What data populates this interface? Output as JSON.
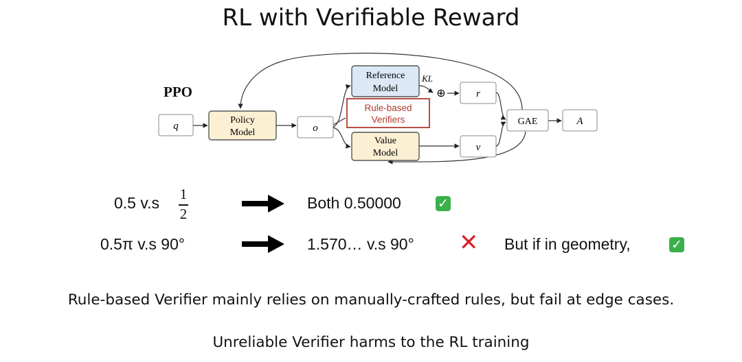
{
  "title": "RL with Verifiable Reward",
  "diagram": {
    "ppo_label": "PPO",
    "nodes": {
      "q": "q",
      "policy_line1": "Policy",
      "policy_line2": "Model",
      "o": "o",
      "reference_line1": "Reference",
      "reference_line2": "Model",
      "verifier_line1": "Rule-based",
      "verifier_line2": "Verifiers",
      "value_line1": "Value",
      "value_line2": "Model",
      "r": "r",
      "v": "v",
      "gae": "GAE",
      "a": "A"
    },
    "kl_label": "KL",
    "oplus": "⊕"
  },
  "examples": [
    {
      "left": "0.5 v.s",
      "frac_num": "1",
      "frac_den": "2",
      "result": "Both 0.50000",
      "result_icon": "check-mark"
    },
    {
      "left": "0.5π  v.s  90°",
      "result": "1.570… v.s 90°",
      "result_icon": "cross-mark",
      "note": "But if in geometry,",
      "note_icon": "check-mark"
    }
  ],
  "statements": [
    "Rule-based Verifier mainly relies on manually-crafted rules, but fail at edge cases.",
    "Unreliable Verifier harms to the RL training"
  ],
  "colors": {
    "model_fill": "#fbf0d3",
    "reference_fill": "#dce8f5",
    "verifier_border": "#b03a2e",
    "verifier_text": "#b03a2e",
    "check_green": "#3ab04a",
    "cross_red": "#d6232a"
  }
}
